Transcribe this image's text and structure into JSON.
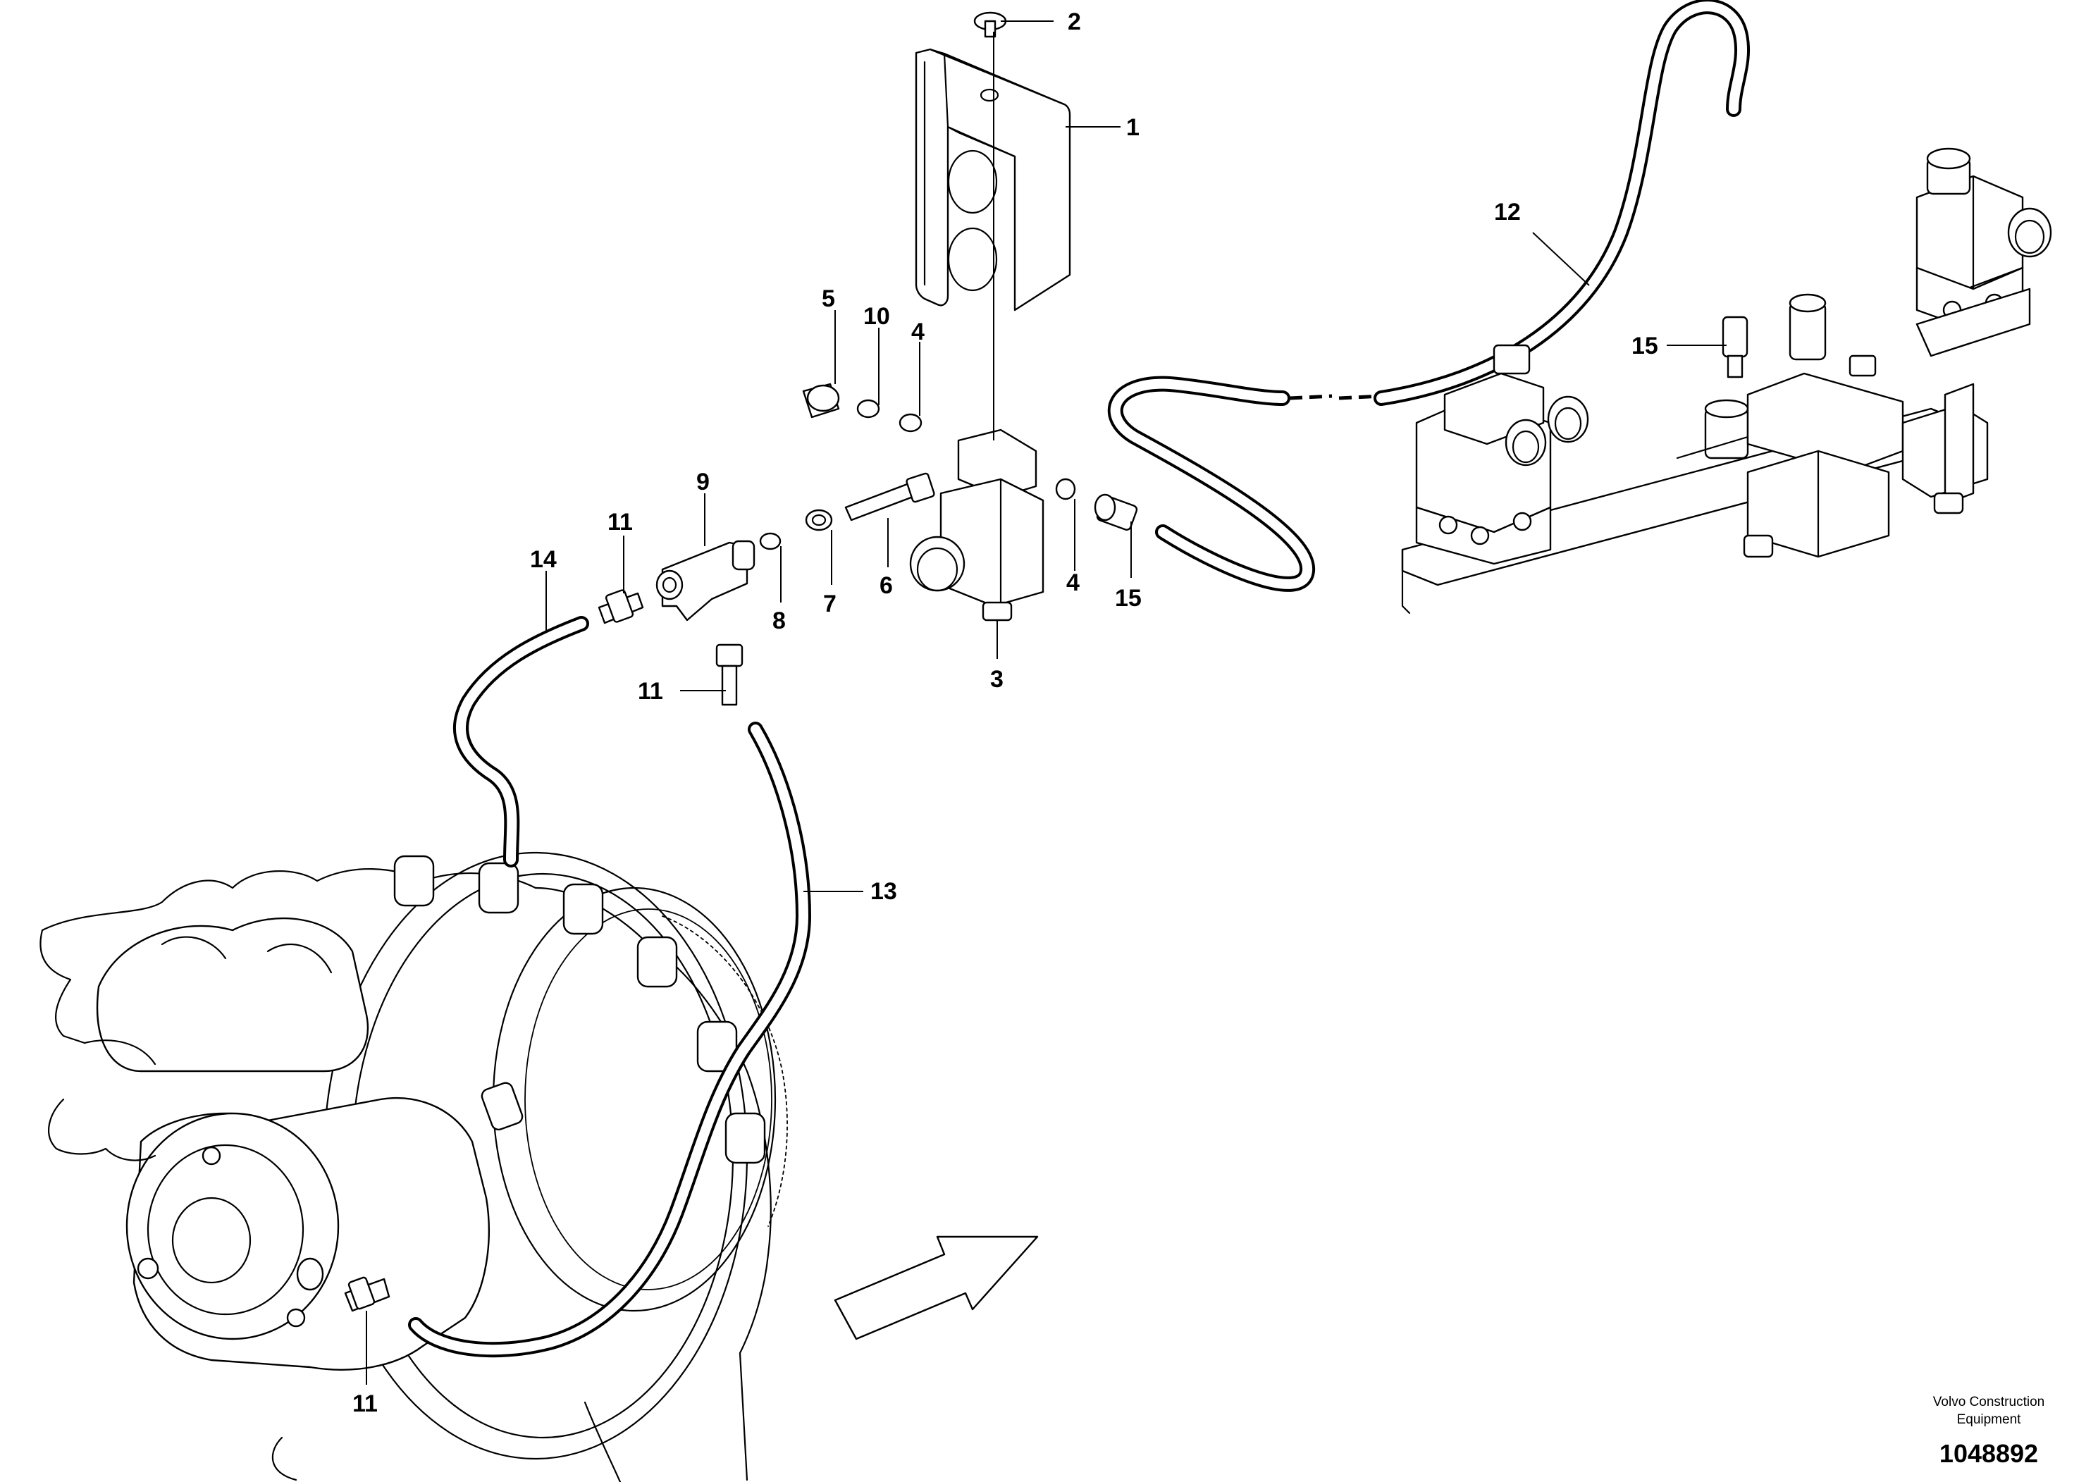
{
  "callouts": [
    {
      "id": "c1",
      "label": "1"
    },
    {
      "id": "c2",
      "label": "2"
    },
    {
      "id": "c3",
      "label": "3"
    },
    {
      "id": "c4a",
      "label": "4"
    },
    {
      "id": "c4b",
      "label": "4"
    },
    {
      "id": "c5",
      "label": "5"
    },
    {
      "id": "c6",
      "label": "6"
    },
    {
      "id": "c7",
      "label": "7"
    },
    {
      "id": "c8",
      "label": "8"
    },
    {
      "id": "c9",
      "label": "9"
    },
    {
      "id": "c10",
      "label": "10"
    },
    {
      "id": "c11a",
      "label": "11"
    },
    {
      "id": "c11b",
      "label": "11"
    },
    {
      "id": "c11c",
      "label": "11"
    },
    {
      "id": "c12",
      "label": "12"
    },
    {
      "id": "c13",
      "label": "13"
    },
    {
      "id": "c14",
      "label": "14"
    },
    {
      "id": "c15a",
      "label": "15"
    },
    {
      "id": "c15b",
      "label": "15"
    }
  ],
  "credit": {
    "line1": "Volvo Construction",
    "line2": "Equipment",
    "doc_number": "1048892"
  },
  "icons": {
    "direction_arrow": "forward-direction-arrow-icon"
  }
}
